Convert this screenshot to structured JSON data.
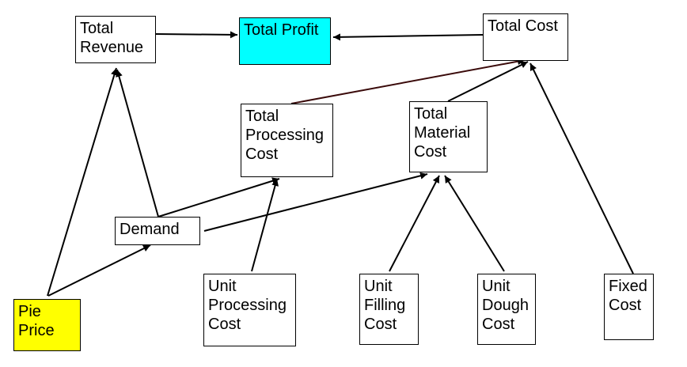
{
  "colors": {
    "highlight_profit": "#00FFFF",
    "highlight_price": "#FFFF00",
    "edge": "#000000",
    "edge_alt": "#3A0A0A"
  },
  "nodes": [
    {
      "id": "total-revenue",
      "lines": [
        "Total",
        "Revenue"
      ],
      "fill": ""
    },
    {
      "id": "total-profit",
      "lines": [
        "Total Profit"
      ],
      "fill": "highlight_profit"
    },
    {
      "id": "total-cost",
      "lines": [
        "Total Cost"
      ],
      "fill": ""
    },
    {
      "id": "total-processing-cost",
      "lines": [
        "Total",
        "Processing",
        "Cost"
      ],
      "fill": ""
    },
    {
      "id": "total-material-cost",
      "lines": [
        "Total",
        "Material",
        "Cost"
      ],
      "fill": ""
    },
    {
      "id": "demand",
      "lines": [
        "Demand"
      ],
      "fill": ""
    },
    {
      "id": "pie-price",
      "lines": [
        "Pie",
        "Price"
      ],
      "fill": "highlight_price"
    },
    {
      "id": "unit-processing-cost",
      "lines": [
        "Unit",
        "Processing",
        "Cost"
      ],
      "fill": ""
    },
    {
      "id": "unit-filling-cost",
      "lines": [
        "Unit",
        "Filling",
        "Cost"
      ],
      "fill": ""
    },
    {
      "id": "unit-dough-cost",
      "lines": [
        "Unit",
        "Dough",
        "Cost"
      ],
      "fill": ""
    },
    {
      "id": "fixed-cost",
      "lines": [
        "Fixed",
        "Cost"
      ],
      "fill": ""
    }
  ],
  "edges": [
    {
      "from": "total-revenue",
      "to": "total-profit"
    },
    {
      "from": "total-cost",
      "to": "total-profit"
    },
    {
      "from": "total-processing-cost",
      "to": "total-cost",
      "color": "edge_alt"
    },
    {
      "from": "total-material-cost",
      "to": "total-cost"
    },
    {
      "from": "fixed-cost",
      "to": "total-cost"
    },
    {
      "from": "demand",
      "to": "total-revenue"
    },
    {
      "from": "pie-price",
      "to": "total-revenue"
    },
    {
      "from": "pie-price",
      "to": "demand"
    },
    {
      "from": "demand",
      "to": "total-processing-cost"
    },
    {
      "from": "demand",
      "to": "total-material-cost"
    },
    {
      "from": "unit-processing-cost",
      "to": "total-processing-cost"
    },
    {
      "from": "unit-filling-cost",
      "to": "total-material-cost"
    },
    {
      "from": "unit-dough-cost",
      "to": "total-material-cost"
    }
  ]
}
